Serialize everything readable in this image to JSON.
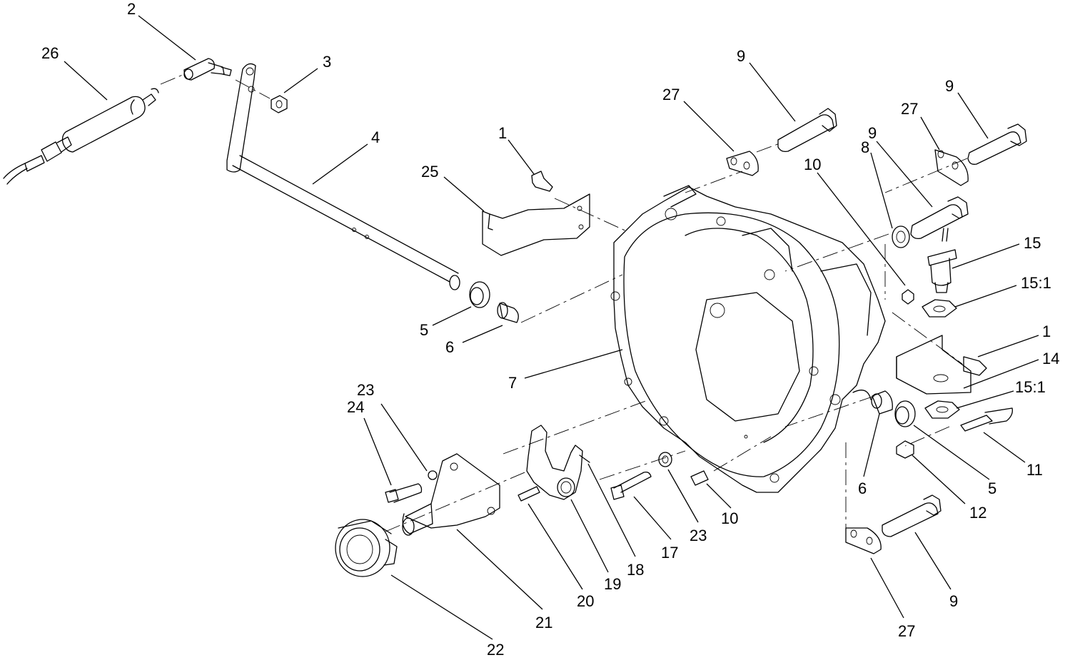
{
  "callouts": [
    {
      "id": "c-26",
      "label": "26"
    },
    {
      "id": "c-2",
      "label": "2"
    },
    {
      "id": "c-3",
      "label": "3"
    },
    {
      "id": "c-4",
      "label": "4"
    },
    {
      "id": "c-1a",
      "label": "1"
    },
    {
      "id": "c-25",
      "label": "25"
    },
    {
      "id": "c-5a",
      "label": "5"
    },
    {
      "id": "c-6a",
      "label": "6"
    },
    {
      "id": "c-7",
      "label": "7"
    },
    {
      "id": "c-27a",
      "label": "27"
    },
    {
      "id": "c-9a",
      "label": "9"
    },
    {
      "id": "c-10a",
      "label": "10"
    },
    {
      "id": "c-8",
      "label": "8"
    },
    {
      "id": "c-9b",
      "label": "9"
    },
    {
      "id": "c-27b",
      "label": "27"
    },
    {
      "id": "c-9c",
      "label": "9"
    },
    {
      "id": "c-15",
      "label": "15"
    },
    {
      "id": "c-151a",
      "label": "15:1"
    },
    {
      "id": "c-1b",
      "label": "1"
    },
    {
      "id": "c-14",
      "label": "14"
    },
    {
      "id": "c-151b",
      "label": "15:1"
    },
    {
      "id": "c-11",
      "label": "11"
    },
    {
      "id": "c-5b",
      "label": "5"
    },
    {
      "id": "c-12",
      "label": "12"
    },
    {
      "id": "c-6b",
      "label": "6"
    },
    {
      "id": "c-9d",
      "label": "9"
    },
    {
      "id": "c-27c",
      "label": "27"
    },
    {
      "id": "c-10b",
      "label": "10"
    },
    {
      "id": "c-23a",
      "label": "23"
    },
    {
      "id": "c-17",
      "label": "17"
    },
    {
      "id": "c-18",
      "label": "18"
    },
    {
      "id": "c-19",
      "label": "19"
    },
    {
      "id": "c-20",
      "label": "20"
    },
    {
      "id": "c-21",
      "label": "21"
    },
    {
      "id": "c-22",
      "label": "22"
    },
    {
      "id": "c-24",
      "label": "24"
    },
    {
      "id": "c-23b",
      "label": "23"
    }
  ]
}
